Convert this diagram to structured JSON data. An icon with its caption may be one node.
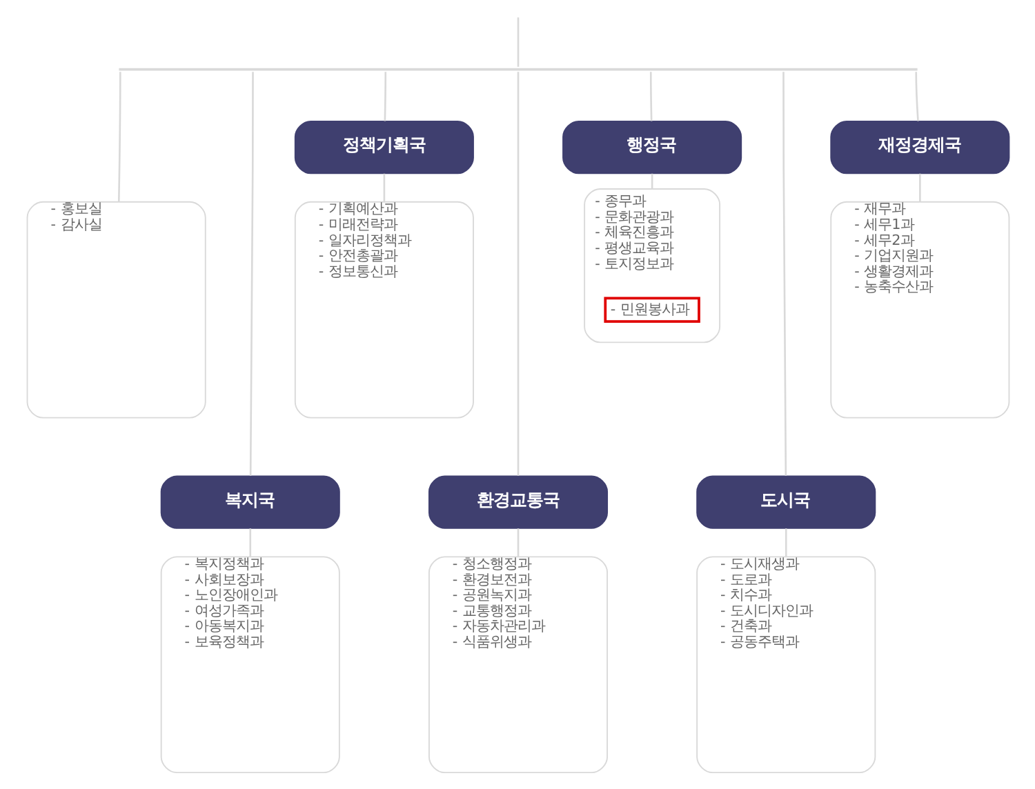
{
  "diagram": {
    "nodes": [
      {
        "text": [],
        "shape": "bar"
      },
      {
        "text": [
          "- 홍보실",
          "- 감사실"
        ]
      },
      {
        "text": [
          "정책기획국"
        ]
      },
      {
        "text": [
          "행정국"
        ]
      },
      {
        "text": [
          "재정경제국"
        ]
      },
      {
        "text": [
          "- 기획예산과",
          "- 미래전략과",
          "- 일자리정책과",
          "- 안전총괄과",
          "- 정보통신과"
        ]
      },
      {
        "text": [
          "- 종무과",
          "- 문화관광과",
          "- 체육진흥과",
          "- 평생교육과",
          "- 토지정보과"
        ]
      },
      {
        "text": [
          "- 민원봉사과"
        ],
        "in": 6
      },
      {
        "text": [
          "- 재무과",
          "- 세무1과",
          "- 세무2과",
          "- 기업지원과",
          "- 생활경제과",
          "- 농축수산과"
        ]
      },
      {
        "text": [
          "복지국"
        ]
      },
      {
        "text": [
          "환경교통국"
        ]
      },
      {
        "text": [
          "도시국"
        ]
      },
      {
        "text": [
          "- 복지정책과",
          "- 사회보장과",
          "- 노인장애인과",
          "- 여성가족과",
          "- 아동복지과",
          "- 보육정책과"
        ]
      },
      {
        "text": [
          "- 청소행정과",
          "- 환경보전과",
          "- 공원녹지과",
          "- 교통행정과",
          "- 자동차관리과",
          "- 식품위생과"
        ]
      },
      {
        "text": [
          "- 도시재생과",
          "- 도로과",
          "- 치수과",
          "- 도시디자인과",
          "- 건축과",
          "- 공동주택과"
        ]
      }
    ],
    "edges": [
      {
        "from": null,
        "to": 0,
        "arrow": "none"
      },
      {
        "from": 0,
        "to": 1,
        "arrow": "none"
      },
      {
        "from": 0,
        "to": 9,
        "arrow": "none"
      },
      {
        "from": 0,
        "to": 2,
        "arrow": "none"
      },
      {
        "from": 0,
        "to": 10,
        "arrow": "none"
      },
      {
        "from": 0,
        "to": 3,
        "arrow": "none"
      },
      {
        "from": 0,
        "to": 11,
        "arrow": "none"
      },
      {
        "from": 0,
        "to": 4,
        "arrow": "none"
      },
      {
        "from": 2,
        "to": 5,
        "arrow": "none"
      },
      {
        "from": 3,
        "to": 6,
        "arrow": "none"
      },
      {
        "from": 4,
        "to": 8,
        "arrow": "none"
      },
      {
        "from": 9,
        "to": 12,
        "arrow": "none"
      },
      {
        "from": 10,
        "to": 13,
        "arrow": "none"
      },
      {
        "from": 11,
        "to": 14,
        "arrow": "none"
      }
    ]
  }
}
